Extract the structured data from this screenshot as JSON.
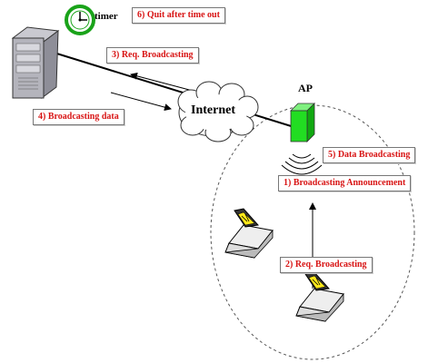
{
  "labels": {
    "timer": "timer",
    "ap": "AP",
    "internet": "Internet"
  },
  "steps": {
    "quit_after_timeout": "6) Quit after time out",
    "req_broadcasting_server": "3) Req. Broadcasting",
    "broadcasting_data": "4) Broadcasting data",
    "data_broadcasting": "5) Data Broadcasting",
    "broadcasting_announcement": "1) Broadcasting Announcement",
    "req_broadcasting_client": "2) Req. Broadcasting"
  },
  "colors": {
    "label_text": "#d81414",
    "timer_ring": "#1aa31a",
    "ap_green": "#22dd22",
    "server_gray": "#a8a8b0"
  }
}
